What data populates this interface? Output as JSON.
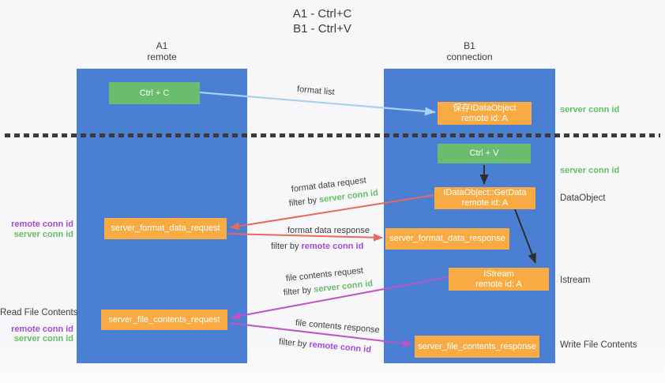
{
  "title": {
    "line1": "A1 - Ctrl+C",
    "line2": "B1 - Ctrl+V"
  },
  "machines": {
    "a1": {
      "id": "A1",
      "role": "remote"
    },
    "b1": {
      "id": "B1",
      "role": "connection"
    }
  },
  "nodes": {
    "ctrl_c": {
      "label": "Ctrl + C"
    },
    "ctrl_v": {
      "label": "Ctrl + V"
    },
    "save_dataobject": {
      "line1": "保存IDataObject",
      "line2": "remote id: A"
    },
    "getdata": {
      "line1": "IDataObject::GetData",
      "line2": "remote id: A"
    },
    "istream": {
      "line1": "IStream",
      "line2": "remote id: A"
    },
    "format_request": {
      "label": "server_format_data_request"
    },
    "format_response": {
      "label": "server_format_data_response"
    },
    "file_request": {
      "label": "server_file_contents_request"
    },
    "file_response": {
      "label": "server_file_contents_response"
    }
  },
  "side_labels": {
    "server_conn_id": "server conn id",
    "remote_conn_id": "remote conn id",
    "dataobject": "DataObject",
    "istream": "Istream",
    "read_file_contents": "Read File Contents",
    "write_file_contents": "Write File Contents"
  },
  "arrow_labels": {
    "format_list": "format list",
    "format_data_request": "format data request",
    "format_data_response": "format data response",
    "file_contents_request": "file contents request",
    "file_contents_response": "file contents response",
    "filter_by": "filter by"
  },
  "colors": {
    "lane_blue": "#4a7fd3",
    "node_green": "#6abd6e",
    "node_orange": "#f8ab43",
    "arrow_light_blue": "#a8d2f0",
    "arrow_red": "#e8685c",
    "arrow_magenta": "#bd56c4",
    "arrow_black": "#2f2f2f",
    "text_green": "#65bd64",
    "text_purple": "#a44bd3",
    "text_dark": "#3d3d3d"
  }
}
